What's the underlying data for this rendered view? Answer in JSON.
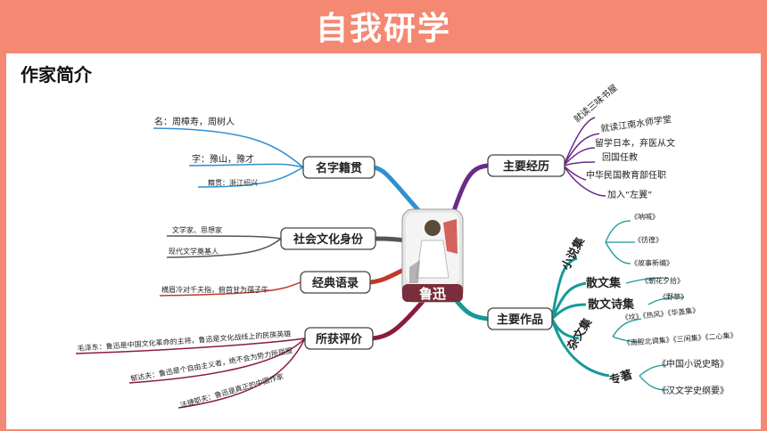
{
  "header": {
    "title": "自我研学"
  },
  "subtitle": "作家简介",
  "center": {
    "name": "鲁迅"
  },
  "branches": {
    "name": {
      "label": "名字籍贯",
      "items": [
        "名：周樟寿，周树人",
        "字：豫山，豫才",
        "籍贯：浙江绍兴"
      ]
    },
    "identity": {
      "label": "社会文化身份",
      "items": [
        "文学家、思想家",
        "现代文学奠基人"
      ]
    },
    "quote": {
      "label": "经典语录",
      "items": [
        "横眉冷对千夫指，俯首甘为孺子牛"
      ]
    },
    "evaluation": {
      "label": "所获评价",
      "items": [
        "毛泽东：鲁迅是中国文化革命的主将，鲁迅是文化战线上的民族英雄",
        "郁达夫：鲁迅是个自由主义者，绝不会为势力所屈服",
        "法捷耶夫：鲁迅是真正的中国作家"
      ]
    },
    "experience": {
      "label": "主要经历",
      "items": [
        "就读三味书屋",
        "就读江南水师学堂",
        "留学日本，弃医从文",
        "回国任教",
        "中华民国教育部任职",
        "加入“左翼”"
      ]
    },
    "works": {
      "label": "主要作品",
      "novels": {
        "label": "小说集",
        "items": [
          "《呐喊》",
          "《彷徨》",
          "《故事新编》"
        ]
      },
      "essays": {
        "label": "散文集",
        "items": [
          "《朝花夕拾》"
        ]
      },
      "prose_poems": {
        "label": "散文诗集",
        "items": [
          "《野草》"
        ]
      },
      "zawen": {
        "label": "杂文集",
        "items": [
          "《坟》《热风》《华盖集》",
          "《南腔北调集》《三闲集》《二心集》"
        ]
      },
      "monographs": {
        "label": "专著",
        "items": [
          "《中国小说史略》",
          "《汉文学史纲要》"
        ]
      }
    }
  },
  "colors": {
    "header": "#f58872",
    "name_branch": "#2f8fd0",
    "identity_branch": "#555555",
    "quote_branch": "#c0392b",
    "evaluation_branch": "#8a1c3a",
    "experience_branch": "#6b2a8a",
    "works_branch": "#169a97"
  }
}
